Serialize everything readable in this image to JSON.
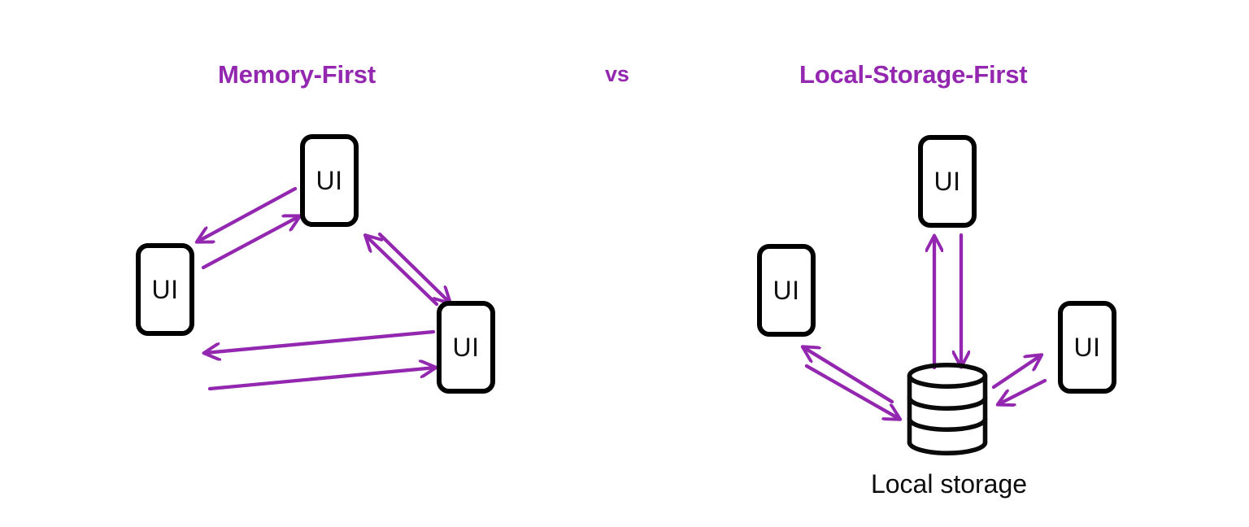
{
  "diagram": {
    "background_color": "#ffffff",
    "accent_color": "#9327b0",
    "outline_color": "#010101",
    "titles": {
      "left": "Memory-First",
      "separator": "vs",
      "right": "Local-Storage-First"
    },
    "left_panel": {
      "name": "memory-first-architecture",
      "nodes": [
        {
          "id": "ui-mem-top",
          "label": "UI",
          "type": "device"
        },
        {
          "id": "ui-mem-left",
          "label": "UI",
          "type": "device"
        },
        {
          "id": "ui-mem-right",
          "label": "UI",
          "type": "device"
        }
      ],
      "edges": [
        {
          "from": "ui-mem-left",
          "to": "ui-mem-top",
          "direction": "bidirectional"
        },
        {
          "from": "ui-mem-top",
          "to": "ui-mem-right",
          "direction": "bidirectional"
        },
        {
          "from": "ui-mem-left",
          "to": "ui-mem-right",
          "direction": "bidirectional"
        }
      ]
    },
    "right_panel": {
      "name": "local-storage-first-architecture",
      "nodes": [
        {
          "id": "ui-ls-top",
          "label": "UI",
          "type": "device"
        },
        {
          "id": "ui-ls-left",
          "label": "UI",
          "type": "device"
        },
        {
          "id": "ui-ls-right",
          "label": "UI",
          "type": "device"
        },
        {
          "id": "database",
          "label": "Local storage",
          "type": "datastore"
        }
      ],
      "edges": [
        {
          "from": "ui-ls-top",
          "to": "database",
          "direction": "bidirectional"
        },
        {
          "from": "ui-ls-left",
          "to": "database",
          "direction": "bidirectional"
        },
        {
          "from": "ui-ls-right",
          "to": "database",
          "direction": "bidirectional"
        }
      ]
    }
  }
}
